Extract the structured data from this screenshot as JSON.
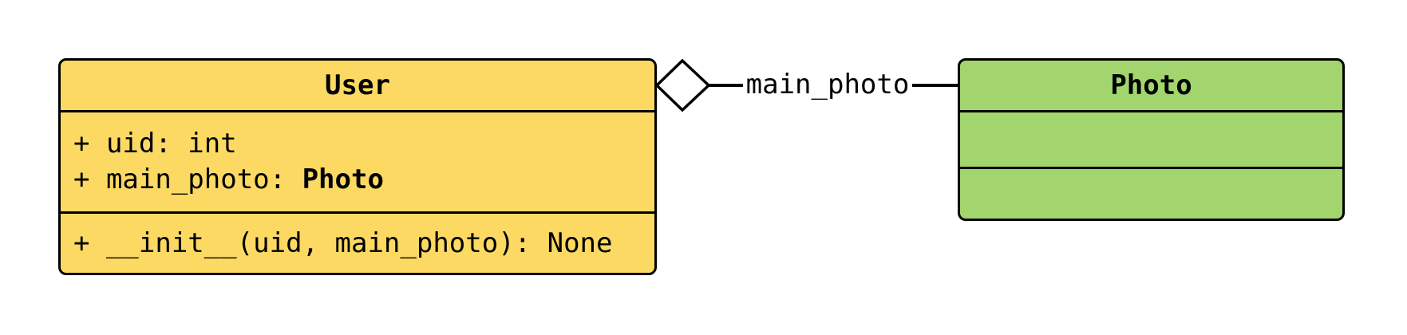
{
  "diagram": {
    "classes": {
      "user": {
        "name": "User",
        "attributes": [
          {
            "label": "+ uid: ",
            "type": "int"
          },
          {
            "label": "+ main_photo: ",
            "type": "Photo"
          }
        ],
        "methods": [
          {
            "label": "+ __init__(uid, main_photo): None"
          }
        ],
        "fill": "#FBD963"
      },
      "photo": {
        "name": "Photo",
        "attributes": [],
        "methods": [],
        "fill": "#A2D56E"
      }
    },
    "relationship": {
      "kind": "aggregation",
      "label": "main_photo"
    },
    "colors": {
      "user_fill": "#FBD963",
      "photo_fill": "#A2D56E",
      "stroke": "#000000",
      "background": "#FFFFFF"
    }
  }
}
